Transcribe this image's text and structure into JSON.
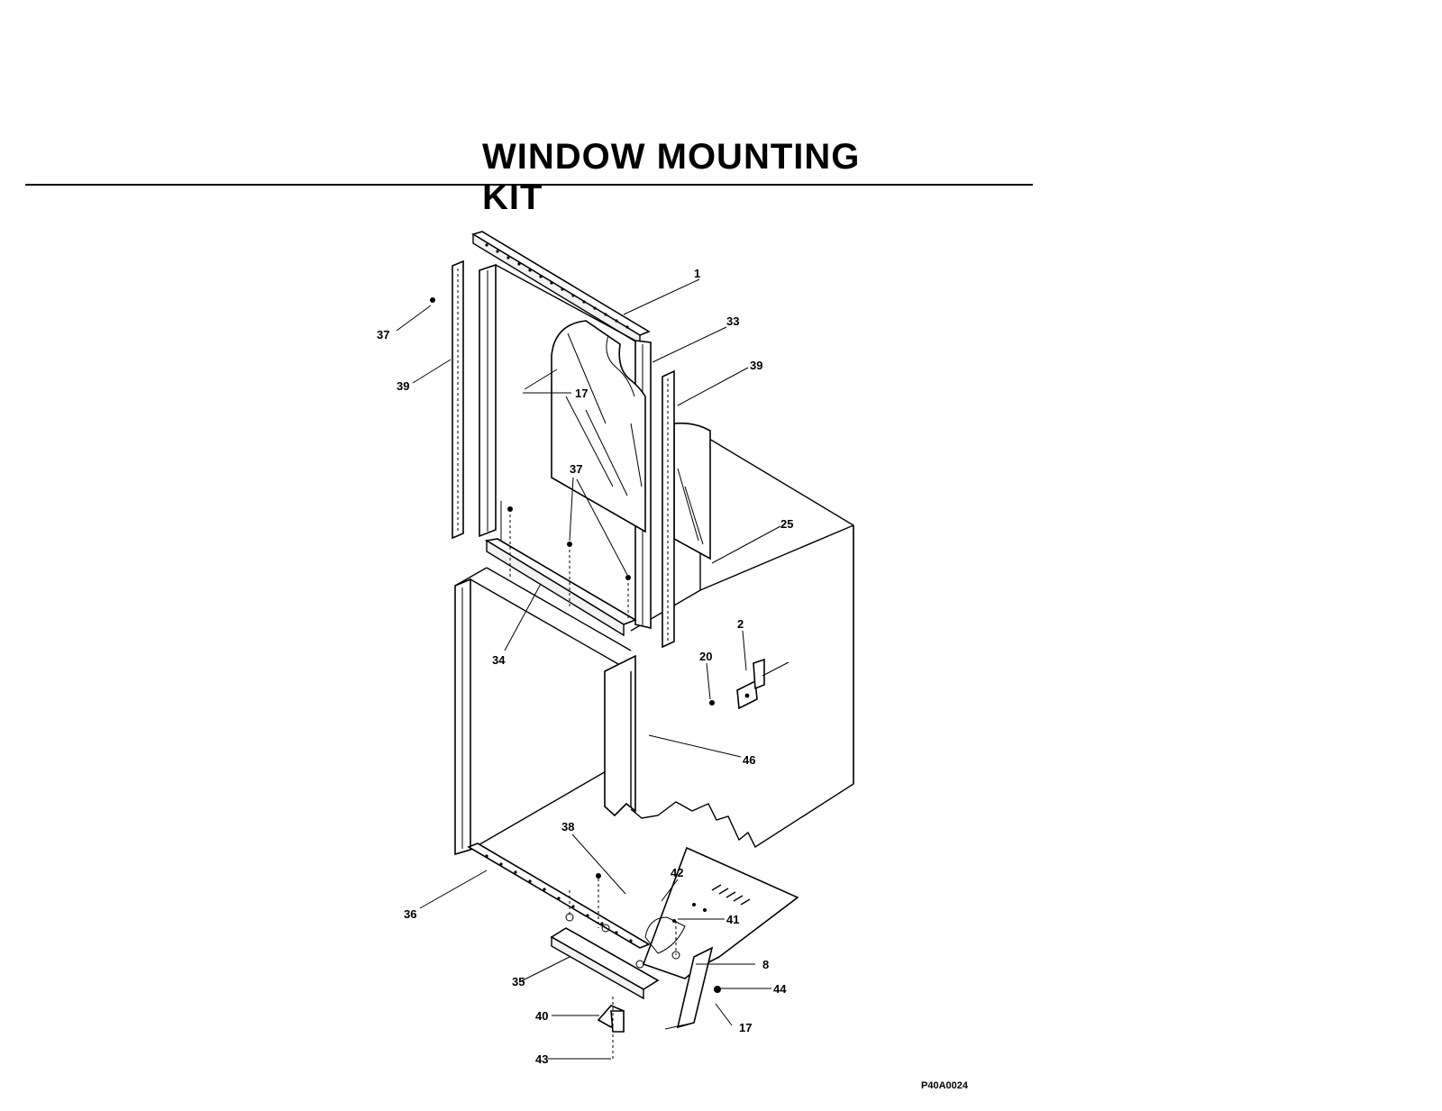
{
  "title": "WINDOW MOUNTING KIT",
  "drawing_code": "P40A0024",
  "callouts": [
    {
      "id": "c1",
      "text": "1"
    },
    {
      "id": "c33",
      "text": "33"
    },
    {
      "id": "c37a",
      "text": "37"
    },
    {
      "id": "c39a",
      "text": "39"
    },
    {
      "id": "c17a",
      "text": "17"
    },
    {
      "id": "c39b",
      "text": "39"
    },
    {
      "id": "c37b",
      "text": "37"
    },
    {
      "id": "c25",
      "text": "25"
    },
    {
      "id": "c2",
      "text": "2"
    },
    {
      "id": "c20",
      "text": "20"
    },
    {
      "id": "c34",
      "text": "34"
    },
    {
      "id": "c46",
      "text": "46"
    },
    {
      "id": "c38a",
      "text": "38"
    },
    {
      "id": "c42",
      "text": "42"
    },
    {
      "id": "c41",
      "text": "41"
    },
    {
      "id": "c36",
      "text": "36"
    },
    {
      "id": "c8",
      "text": "8"
    },
    {
      "id": "c44",
      "text": "44"
    },
    {
      "id": "c35",
      "text": "35"
    },
    {
      "id": "c40",
      "text": "40"
    },
    {
      "id": "c17b",
      "text": "17"
    },
    {
      "id": "c43",
      "text": "43"
    }
  ]
}
